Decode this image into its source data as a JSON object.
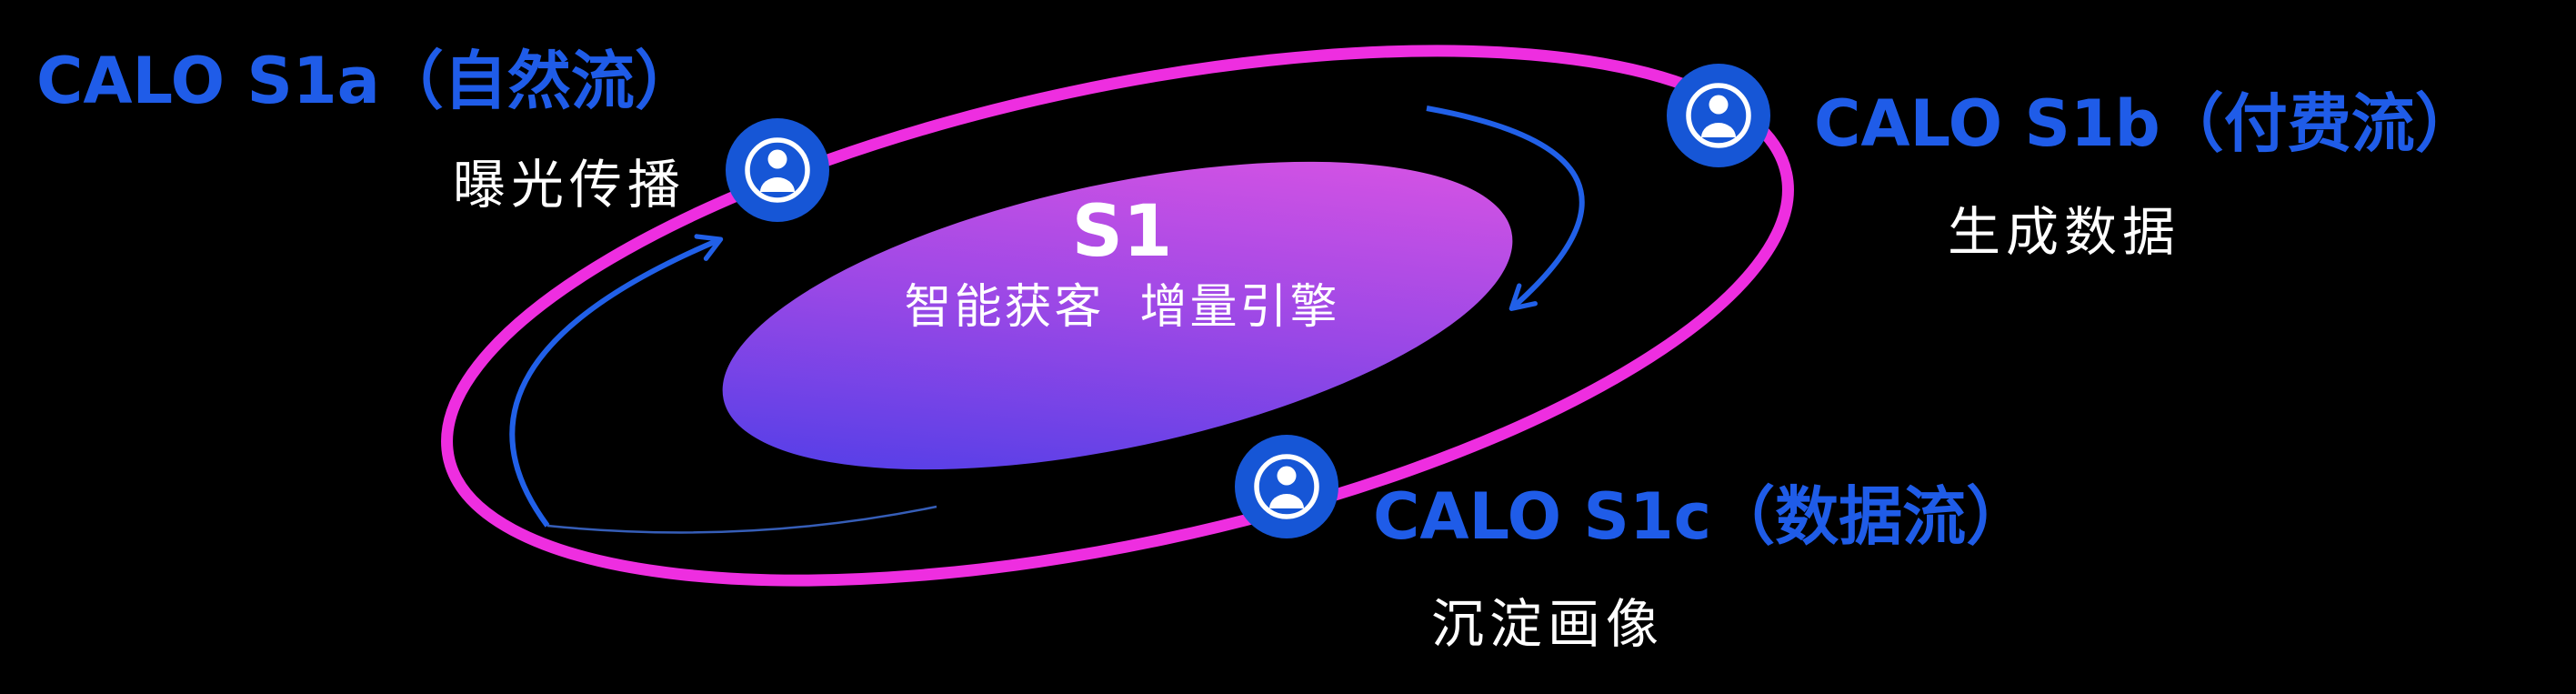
{
  "center": {
    "title": "S1",
    "subtitle": "智能获客  增量引擎"
  },
  "nodes": [
    {
      "id": "s1a",
      "title": "CALO S1a（自然流）",
      "subtitle": "曝光传播",
      "icon": "person-badge-icon"
    },
    {
      "id": "s1b",
      "title": "CALO S1b（付费流）",
      "subtitle": "生成数据",
      "icon": "person-badge-icon"
    },
    {
      "id": "s1c",
      "title": "CALO S1c（数据流）",
      "subtitle": "沉淀画像",
      "icon": "person-badge-icon"
    }
  ],
  "colors": {
    "background": "#000000",
    "orbit_stroke": "#ee2ee0",
    "title_blue": "#1f5ce8",
    "arrow_blue": "#2160e8",
    "icon_circle_blue": "#1656d6",
    "core_gradient_start": "#3f3ce8",
    "core_gradient_mid": "#9a48e6",
    "core_gradient_end": "#e856e3",
    "text_white": "#ffffff"
  }
}
